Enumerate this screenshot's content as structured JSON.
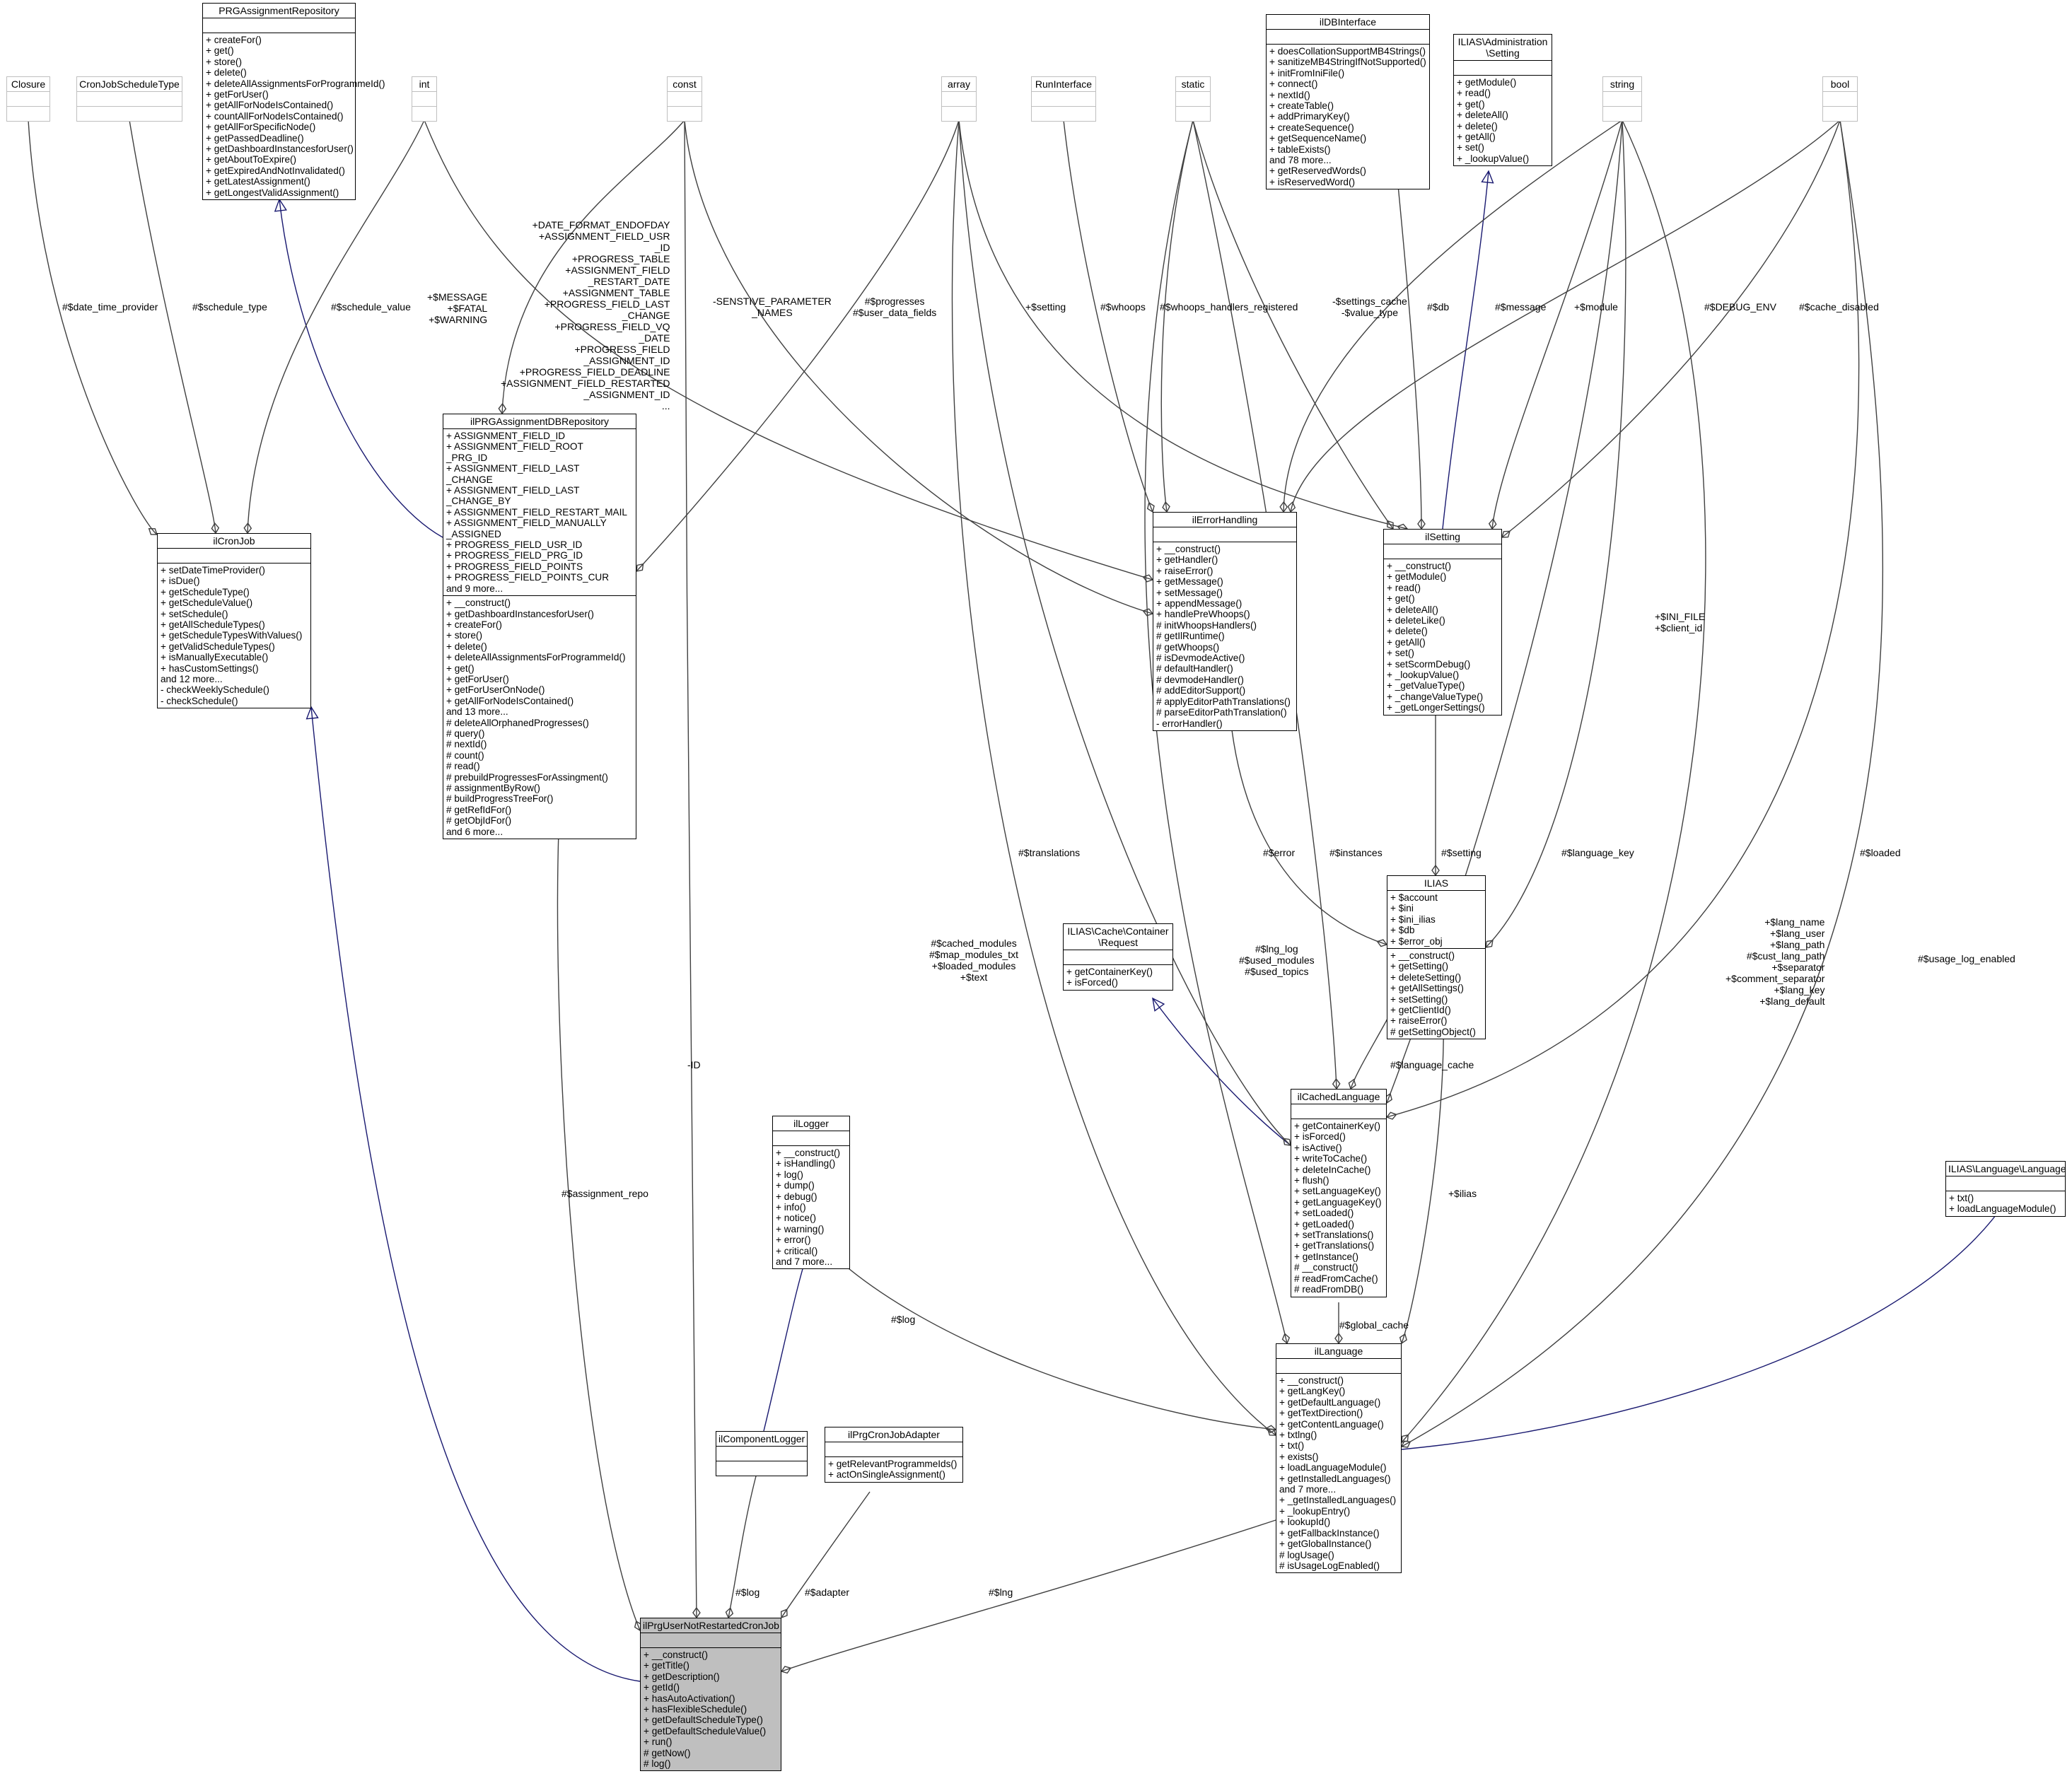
{
  "nodes": {
    "PRGAssignmentRepository": {
      "title": "PRGAssignmentRepository",
      "attrs": [],
      "methods": [
        "+ createFor()",
        "+ get()",
        "+ store()",
        "+ delete()",
        "+ deleteAllAssignmentsForProgrammeId()",
        "+ getForUser()",
        "+ getAllForNodeIsContained()",
        "+ countAllForNodeIsContained()",
        "+ getAllForSpecificNode()",
        "+ getPassedDeadline()",
        "+ getDashboardInstancesforUser()",
        "+ getAboutToExpire()",
        "+ getExpiredAndNotInvalidated()",
        "+ getLatestAssignment()",
        "+ getLongestValidAssignment()"
      ]
    },
    "Closure": {
      "title": "Closure",
      "attrs": [],
      "methods": []
    },
    "CronJobScheduleType": {
      "title": "CronJobScheduleType",
      "attrs": [],
      "methods": []
    },
    "int": {
      "title": "int",
      "attrs": [],
      "methods": []
    },
    "const": {
      "title": "const",
      "attrs": [],
      "methods": []
    },
    "array": {
      "title": "array",
      "attrs": [],
      "methods": []
    },
    "RunInterface": {
      "title": "RunInterface",
      "attrs": [],
      "methods": []
    },
    "static": {
      "title": "static",
      "attrs": [],
      "methods": []
    },
    "ilDBInterface": {
      "title": "ilDBInterface",
      "attrs": [],
      "methods": [
        "+ doesCollationSupportMB4Strings()",
        "+ sanitizeMB4StringIfNotSupported()",
        "+ initFromIniFile()",
        "+ connect()",
        "+ nextId()",
        "+ createTable()",
        "+ addPrimaryKey()",
        "+ createSequence()",
        "+ getSequenceName()",
        "+ tableExists()",
        "and 78 more...",
        "+ getReservedWords()",
        "+ isReservedWord()"
      ]
    },
    "ILIASAdminSetting": {
      "title": "ILIAS\\Administration\n\\Setting",
      "attrs": [],
      "methods": [
        "+ getModule()",
        "+ read()",
        "+ get()",
        "+ deleteAll()",
        "+ delete()",
        "+ getAll()",
        "+ set()",
        "+ _lookupValue()"
      ]
    },
    "string": {
      "title": "string",
      "attrs": [],
      "methods": []
    },
    "bool": {
      "title": "bool",
      "attrs": [],
      "methods": []
    },
    "ilCronJob": {
      "title": "ilCronJob",
      "attrs": [],
      "methods": [
        "+ setDateTimeProvider()",
        "+ isDue()",
        "+ getScheduleType()",
        "+ getScheduleValue()",
        "+ setSchedule()",
        "+ getAllScheduleTypes()",
        "+ getScheduleTypesWithValues()",
        "+ getValidScheduleTypes()",
        "+ isManuallyExecutable()",
        "+ hasCustomSettings()",
        "and 12 more...",
        "- checkWeeklySchedule()",
        "- checkSchedule()"
      ]
    },
    "ilPRGAssignmentDBRepository": {
      "title": "ilPRGAssignmentDBRepository",
      "attrs": [
        "+ ASSIGNMENT_FIELD_ID",
        "+ ASSIGNMENT_FIELD_ROOT",
        "_PRG_ID",
        "+ ASSIGNMENT_FIELD_LAST",
        "_CHANGE",
        "+ ASSIGNMENT_FIELD_LAST",
        "_CHANGE_BY",
        "+ ASSIGNMENT_FIELD_RESTART_MAIL",
        "+ ASSIGNMENT_FIELD_MANUALLY",
        "_ASSIGNED",
        "+ PROGRESS_FIELD_USR_ID",
        "+ PROGRESS_FIELD_PRG_ID",
        "+ PROGRESS_FIELD_POINTS",
        "+ PROGRESS_FIELD_POINTS_CUR",
        "and 9 more..."
      ],
      "methods": [
        "+ __construct()",
        "+ getDashboardInstancesforUser()",
        "+ createFor()",
        "+ store()",
        "+ delete()",
        "+ deleteAllAssignmentsForProgrammeId()",
        "+ get()",
        "+ getForUser()",
        "+ getForUserOnNode()",
        "+ getAllForNodeIsContained()",
        "and 13 more...",
        "# deleteAllOrphanedProgresses()",
        "# query()",
        "# nextId()",
        "# count()",
        "# read()",
        "# prebuildProgressesForAssingment()",
        "# assignmentByRow()",
        "# buildProgressTreeFor()",
        "# getRefIdFor()",
        "# getObjIdFor()",
        "and 6 more..."
      ]
    },
    "ilErrorHandling": {
      "title": "ilErrorHandling",
      "attrs": [],
      "methods": [
        "+ __construct()",
        "+ getHandler()",
        "+ raiseError()",
        "+ getMessage()",
        "+ setMessage()",
        "+ appendMessage()",
        "+ handlePreWhoops()",
        "# initWhoopsHandlers()",
        "# getIlRuntime()",
        "# getWhoops()",
        "# isDevmodeActive()",
        "# defaultHandler()",
        "# devmodeHandler()",
        "# addEditorSupport()",
        "# applyEditorPathTranslations()",
        "# parseEditorPathTranslation()",
        "- errorHandler()"
      ]
    },
    "ilSetting": {
      "title": "ilSetting",
      "attrs": [],
      "methods": [
        "+ __construct()",
        "+ getModule()",
        "+ read()",
        "+ get()",
        "+ deleteAll()",
        "+ deleteLike()",
        "+ delete()",
        "+ getAll()",
        "+ set()",
        "+ setScormDebug()",
        "+ _lookupValue()",
        "+ _getValueType()",
        "+ _changeValueType()",
        "+ _getLongerSettings()"
      ]
    },
    "ILIAS": {
      "title": "ILIAS",
      "attrs": [
        "+ $account",
        "+ $ini",
        "+ $ini_ilias",
        "+ $db",
        "+ $error_obj"
      ],
      "methods": [
        "+ __construct()",
        "+ getSetting()",
        "+ deleteSetting()",
        "+ getAllSettings()",
        "+ setSetting()",
        "+ getClientId()",
        "+ raiseError()",
        "# getSettingObject()"
      ]
    },
    "ILIASCacheRequest": {
      "title": "ILIAS\\Cache\\Container\n\\Request",
      "attrs": [],
      "methods": [
        "+ getContainerKey()",
        "+ isForced()"
      ]
    },
    "ilCachedLanguage": {
      "title": "ilCachedLanguage",
      "attrs": [],
      "methods": [
        "+ getContainerKey()",
        "+ isForced()",
        "+ isActive()",
        "+ writeToCache()",
        "+ deleteInCache()",
        "+ flush()",
        "+ setLanguageKey()",
        "+ getLanguageKey()",
        "+ setLoaded()",
        "+ getLoaded()",
        "+ setTranslations()",
        "+ getTranslations()",
        "+ getInstance()",
        "# __construct()",
        "# readFromCache()",
        "# readFromDB()"
      ]
    },
    "ilLogger": {
      "title": "ilLogger",
      "attrs": [],
      "methods": [
        "+ __construct()",
        "+ isHandling()",
        "+ log()",
        "+ dump()",
        "+ debug()",
        "+ info()",
        "+ notice()",
        "+ warning()",
        "+ error()",
        "+ critical()",
        "and 7 more..."
      ]
    },
    "ILIASLanguageLanguage": {
      "title": "ILIAS\\Language\\Language",
      "attrs": [],
      "methods": [
        "+ txt()",
        "+ loadLanguageModule()"
      ]
    },
    "ilLanguage": {
      "title": "ilLanguage",
      "attrs": [],
      "methods": [
        "+ __construct()",
        "+ getLangKey()",
        "+ getDefaultLanguage()",
        "+ getTextDirection()",
        "+ getContentLanguage()",
        "+ txtlng()",
        "+ txt()",
        "+ exists()",
        "+ loadLanguageModule()",
        "+ getInstalledLanguages()",
        "and 7 more...",
        "+ _getInstalledLanguages()",
        "+ _lookupEntry()",
        "+ lookupId()",
        "+ getFallbackInstance()",
        "+ getGlobalInstance()",
        "# logUsage()",
        "# isUsageLogEnabled()"
      ]
    },
    "ilComponentLogger": {
      "title": "ilComponentLogger",
      "attrs": [],
      "methods": []
    },
    "ilPrgCronJobAdapter": {
      "title": "ilPrgCronJobAdapter",
      "attrs": [],
      "methods": [
        "+ getRelevantProgrammeIds()",
        "+ actOnSingleAssignment()"
      ]
    },
    "ilPrgUserNotRestartedCronJob": {
      "title": "ilPrgUserNotRestartedCronJob",
      "attrs": [],
      "methods": [
        "+ __construct()",
        "+ getTitle()",
        "+ getDescription()",
        "+ getId()",
        "+ hasAutoActivation()",
        "+ hasFlexibleSchedule()",
        "+ getDefaultScheduleType()",
        "+ getDefaultScheduleValue()",
        "+ run()",
        "# getNow()",
        "# log()"
      ]
    }
  },
  "edge_labels": {
    "date_time_provider": "#$date_time_provider",
    "schedule_type": "#$schedule_type",
    "schedule_value": "#$schedule_value",
    "int_consts": "+$MESSAGE\n+$FATAL\n+$WARNING",
    "assign_consts": "+DATE_FORMAT_ENDOFDAY\n+ASSIGNMENT_FIELD_USR\n_ID\n+PROGRESS_TABLE\n+ASSIGNMENT_FIELD\n_RESTART_DATE\n+ASSIGNMENT_TABLE\n+PROGRESS_FIELD_LAST\n_CHANGE\n+PROGRESS_FIELD_VQ\n_DATE\n+PROGRESS_FIELD\n_ASSIGNMENT_ID\n+PROGRESS_FIELD_DEADLINE\n+ASSIGNMENT_FIELD_RESTARTED\n_ASSIGNMENT_ID\n...",
    "sensitive": "-SENSTIVE_PARAMETER\n_NAMES",
    "progresses": "#$progresses\n#$user_data_fields",
    "setting": "+$setting",
    "whoops": "#$whoops",
    "whoops_handlers": "#$whoops_handlers_registered",
    "settings_cache": "-$settings_cache\n-$value_type",
    "db": "#$db",
    "message": "#$message",
    "module": "+$module",
    "debug_env": "#$DEBUG_ENV",
    "cache_disabled": "#$cache_disabled",
    "ini_file": "+$INI_FILE\n+$client_id",
    "translations": "#$translations",
    "error": "#$error",
    "instances": "#$instances",
    "setting2": "#$setting",
    "language_key": "#$language_key",
    "loaded": "#$loaded",
    "cached_modules": "#$cached_modules\n#$map_modules_txt\n+$loaded_modules\n+$text",
    "lng_log": "#$lng_log\n#$used_modules\n#$used_topics",
    "lang_fields": "+$lang_name\n+$lang_user\n+$lang_path\n#$cust_lang_path\n+$separator\n+$comment_separator\n+$lang_key\n+$lang_default",
    "usage_log_enabled": "#$usage_log_enabled",
    "language_cache": "#$language_cache",
    "ilias": "+$ilias",
    "global_cache": "#$global_cache",
    "id": "-ID",
    "assignment_repo": "#$assignment_repo",
    "log_lang": "#$log",
    "log_job": "#$log",
    "adapter": "#$adapter",
    "lng": "#$lng"
  },
  "colors": {
    "inheritance": "#191970",
    "association": "#404040",
    "focus_fill": "#bfbfbf",
    "external_border": "#bfbfbf"
  }
}
